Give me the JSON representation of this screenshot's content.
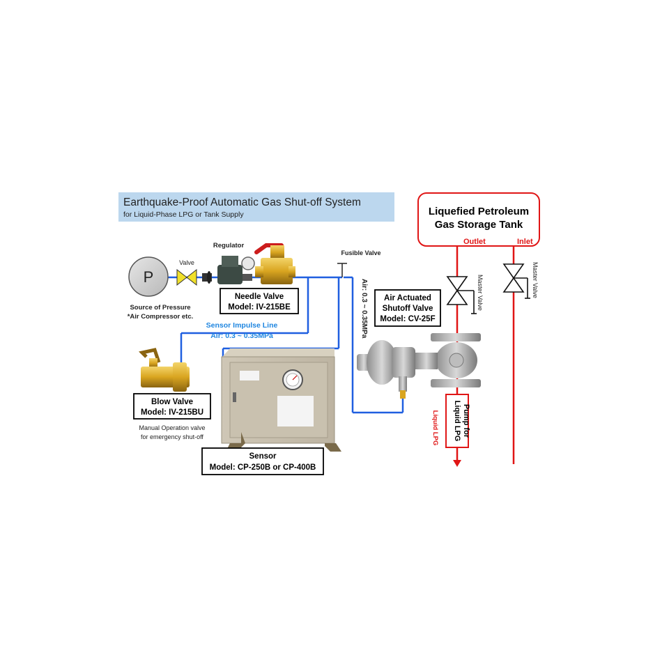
{
  "title": {
    "main": "Earthquake-Proof Automatic Gas Shut-off System",
    "sub": "for Liquid-Phase LPG or Tank Supply"
  },
  "colors": {
    "title_band": "#bcd7ee",
    "air_line": "#1f5fe0",
    "lpg_line": "#e01515",
    "impulse_text": "#1f86e0",
    "box_border": "#000000",
    "tank_border": "#e01515"
  },
  "source": {
    "symbol": "P",
    "label_line1": "Source of Pressure",
    "label_line2": "*Air Compressor etc."
  },
  "valve_label": "Valve",
  "regulator_label": "Regulator",
  "fusible_valve_label": "Fusible Valve",
  "needle_valve": {
    "line1": "Needle Valve",
    "line2": "Model: IV-215BE"
  },
  "impulse_line": {
    "line1": "Sensor Impulse Line",
    "line2": "Air: 0.3 ~ 0.35MPa"
  },
  "air_pressure_vertical": "Air: 0.3 ~ 0.35MPa",
  "blow_valve": {
    "line1": "Blow Valve",
    "line2": "Model: IV-215BU",
    "note_line1": "Manual Operation valve",
    "note_line2": "for emergency shut-off"
  },
  "sensor": {
    "line1": "Sensor",
    "line2": "Model: CP-250B or CP-400B"
  },
  "shutoff_valve": {
    "line1": "Air Actuated",
    "line2": "Shutoff Valve",
    "line3": "Model: CV-25F"
  },
  "tank": {
    "line1": "Liquefied Petroleum",
    "line2": "Gas Storage Tank",
    "outlet": "Outlet",
    "inlet": "Inlet"
  },
  "master_valve_label": "Master Valve",
  "pump": {
    "line1": "Pump for",
    "line2": "Liquid LPG"
  },
  "liquid_lpg_label": "Liquid LPG"
}
